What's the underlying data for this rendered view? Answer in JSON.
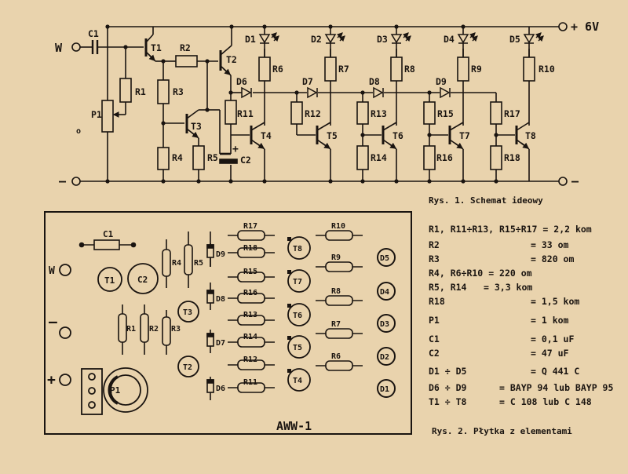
{
  "schematic": {
    "supply_label": "+ 6V",
    "input_label": "W",
    "ground_label": "–",
    "small_mark": "o",
    "components": {
      "C1": "C1",
      "T1": "T1",
      "R2": "R2",
      "T2": "T2",
      "R1": "R1",
      "P1": "P1",
      "R3": "R3",
      "T3": "T3",
      "R4": "R4",
      "R5": "R5",
      "C2": "C2",
      "R11": "R11",
      "T4": "T4",
      "R12": "R12",
      "T5": "T5",
      "R13": "R13",
      "T6": "T6",
      "R14": "R14",
      "R15": "R15",
      "T7": "T7",
      "R16": "R16",
      "R17": "R17",
      "T8": "T8",
      "R18": "R18",
      "D1": "D1",
      "D2": "D2",
      "D3": "D3",
      "D4": "D4",
      "D5": "D5",
      "R6": "R6",
      "R7": "R7",
      "R8": "R8",
      "R9": "R9",
      "R10": "R10",
      "D6": "D6",
      "D7": "D7",
      "D8": "D8",
      "D9": "D9"
    }
  },
  "captions": {
    "fig1": "Rys. 1. Schemat ideowy",
    "fig2": "Rys. 2. Płytka z elementami"
  },
  "board": {
    "title": "AWW-1",
    "w_label": "W",
    "minus_label": "–",
    "plus_label": "+",
    "components": {
      "C1": "C1",
      "T1": "T1",
      "C2": "C2",
      "R4": "R4",
      "R5": "R5",
      "D9": "D9",
      "R17": "R17",
      "R18": "R18",
      "R15": "R15",
      "R16": "R16",
      "R13": "R13",
      "R14": "R14",
      "R12": "R12",
      "R11": "R11",
      "T8": "T8",
      "T7": "T7",
      "T6": "T6",
      "T5": "T5",
      "T4": "T4",
      "R10": "R10",
      "R9": "R9",
      "R8": "R8",
      "R7": "R7",
      "R6": "R6",
      "D5": "D5",
      "D4": "D4",
      "D3": "D3",
      "D2": "D2",
      "D1": "D1",
      "D8": "D8",
      "D7": "D7",
      "D6": "D6",
      "T3": "T3",
      "T2": "T2",
      "R1": "R1",
      "R2": "R2",
      "R3": "R3",
      "P1": "P1"
    }
  },
  "parts_list": [
    {
      "name": "R1, R11÷R13, R15÷R17",
      "value": "= 2,2 kom"
    },
    {
      "name": "R2",
      "value": "=   33  om"
    },
    {
      "name": "R3",
      "value": "=  820  om"
    },
    {
      "name": "R4, R6÷R10",
      "value": "= 220 om"
    },
    {
      "name": "R5, R14",
      "value": "= 3,3 kom"
    },
    {
      "name": "R18",
      "value": "= 1,5 kom"
    },
    {
      "name": "P1",
      "value": "=   1 kom"
    },
    {
      "name": "C1",
      "value": "=  0,1  uF"
    },
    {
      "name": "C2",
      "value": "=   47  uF"
    },
    {
      "name": "D1 ÷ D5",
      "value": "= Q 441 C"
    },
    {
      "name": "D6  ÷ D9",
      "value": "= BAYP 94 lub BAYP 95"
    },
    {
      "name": "T1 ÷ T8",
      "value": "= C 108 lub C 148"
    }
  ]
}
